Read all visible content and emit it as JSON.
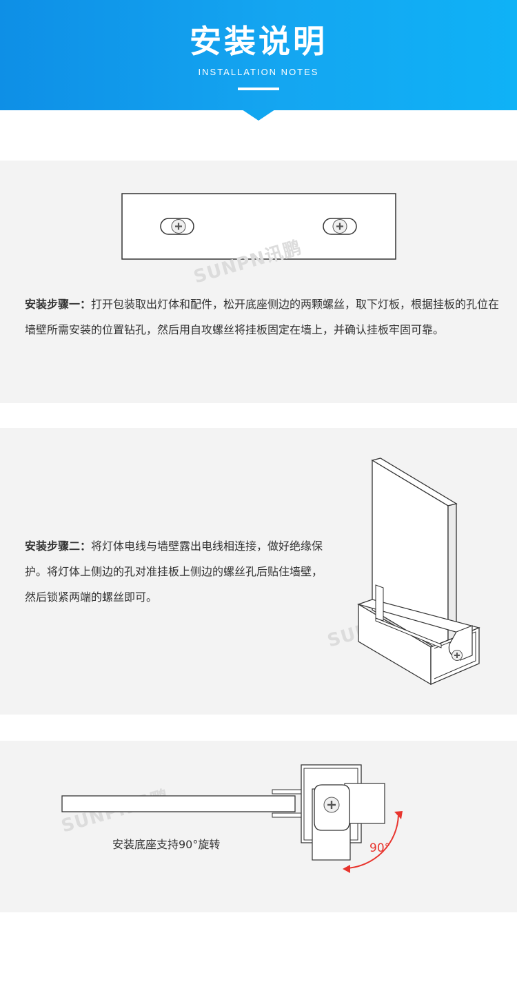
{
  "header": {
    "title": "安装说明",
    "subtitle": "INSTALLATION NOTES"
  },
  "watermark": {
    "text": "SUNPN讯鹏"
  },
  "steps": [
    {
      "label": "安装步骤一：",
      "text": "打开包装取出灯体和配件，松开底座侧边的两颗螺丝，取下灯板，根据挂板的孔位在墙壁所需安装的位置钻孔，然后用自攻螺丝将挂板固定在墙上，并确认挂板牢固可靠。"
    },
    {
      "label": "安装步骤二：",
      "text": "将灯体电线与墙壁露出电线相连接，做好绝缘保护。将灯体上侧边的孔对准挂板上侧边的螺丝孔后贴住墙壁，然后锁紧两端的螺丝即可。"
    }
  ],
  "rotation": {
    "caption": "安装底座支持90°旋转",
    "angle_label": "90°"
  },
  "colors": {
    "banner": "#0e8fe6",
    "panel": "#f3f3f3",
    "arrow": "#e8342d"
  }
}
